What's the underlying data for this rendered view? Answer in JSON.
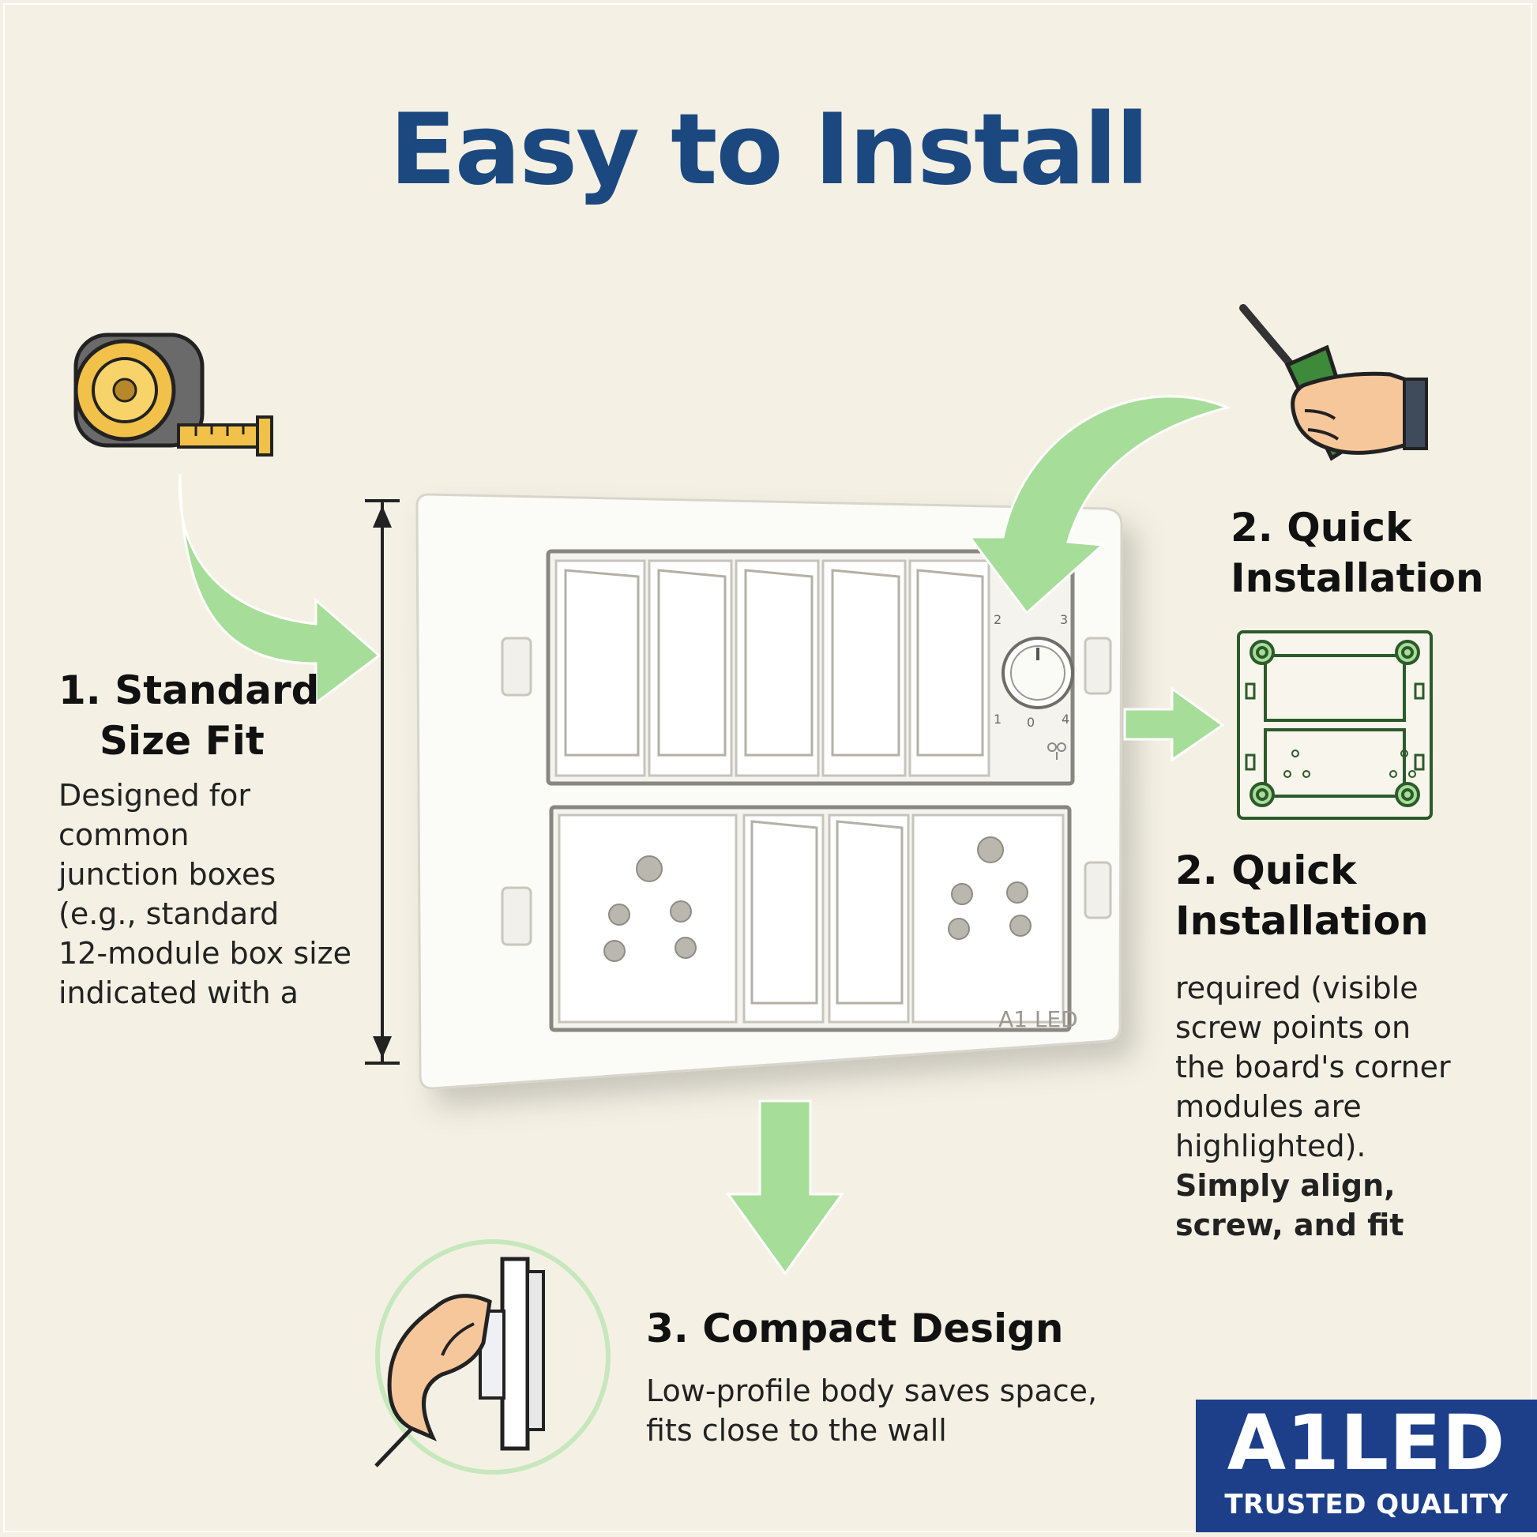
{
  "header": {
    "title": "Easy to Install"
  },
  "features": {
    "standard": {
      "title_line1": "1.  Standard",
      "title_line2": "Size Fit",
      "body_lines": [
        "Designed for",
        "common",
        "junction boxes",
        "(e.g., standard",
        "12-module box size",
        "indicated with a"
      ]
    },
    "quick_top": {
      "title_line1": "2. Quick",
      "title_line2": "Installation"
    },
    "quick": {
      "title_line1": "2. Quick",
      "title_line2": "Installation",
      "body_lines": [
        "required (visible",
        "screw points on",
        "the board's corner",
        "modules are",
        "highlighted).",
        "Simply align,",
        "screw, and fit"
      ]
    },
    "compact": {
      "title": "3. Compact Design",
      "body_lines": [
        "Low-profile body saves space,",
        "fits close to the wall"
      ]
    }
  },
  "panel": {
    "label": "A1 LED",
    "dial_marks": [
      "2",
      "3",
      "1",
      "0",
      "4"
    ]
  },
  "badge": {
    "brand": "A1LED",
    "tagline": "TRUSTED QUALITY"
  },
  "icons": [
    "measuring-tape-icon",
    "screwdriver-hand-icon",
    "mounting-plate-icon",
    "hand-pressing-switch-icon"
  ],
  "colors": {
    "title": "#1c4880",
    "arrow_green": "#a6dd98",
    "background": "#f4f1e4",
    "badge": "#1d3f8a"
  }
}
